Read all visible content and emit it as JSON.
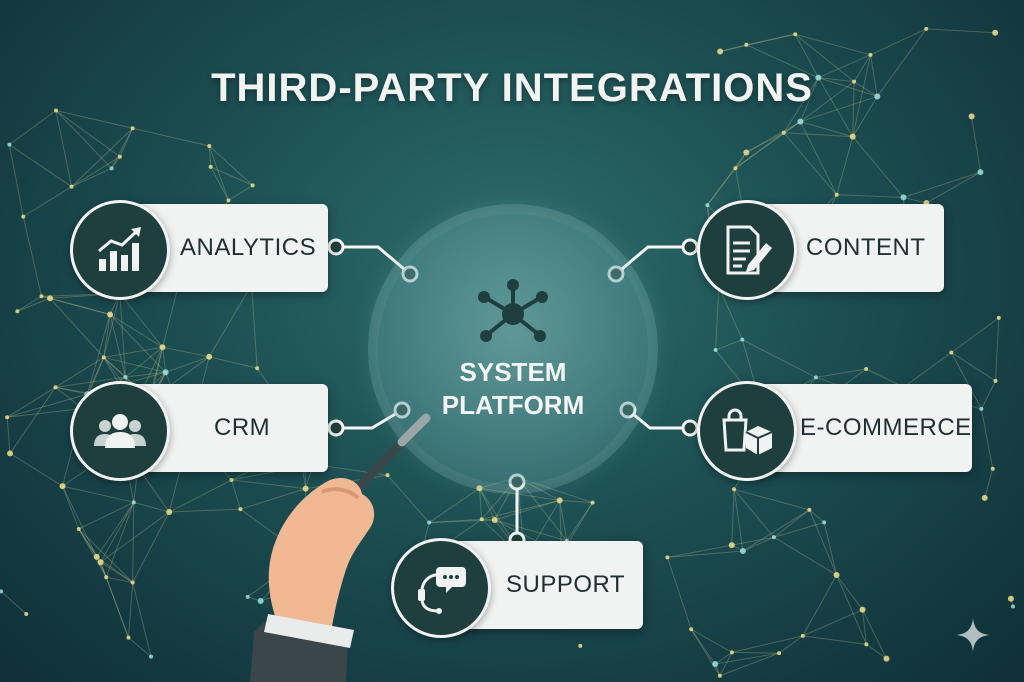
{
  "title": "THIRD-PARTY INTEGRATIONS",
  "hub": {
    "line1": "SYSTEM",
    "line2": "PLATFORM",
    "icon": "network-hub-icon"
  },
  "integrations": [
    {
      "label": "ANALYTICS",
      "icon": "bar-chart-icon"
    },
    {
      "label": "CRM",
      "icon": "users-group-icon"
    },
    {
      "label": "SUPPORT",
      "icon": "headset-chat-icon"
    },
    {
      "label": "CONTENT",
      "icon": "document-pen-icon"
    },
    {
      "label": "E-COMMERCE",
      "icon": "shopping-bag-box-icon"
    }
  ],
  "colors": {
    "accent_dark": "#1e3f3d",
    "card": "#f1f3f2",
    "connector": "#f4f6f5",
    "network_glow": "#e8d68a"
  }
}
